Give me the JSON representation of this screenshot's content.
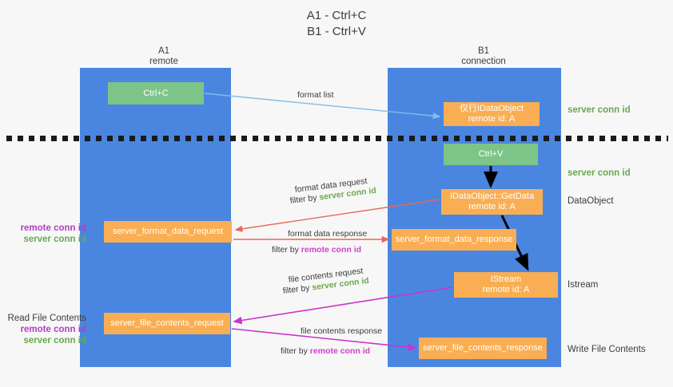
{
  "title": {
    "line1": "A1 - Ctrl+C",
    "line2": "B1 - Ctrl+V"
  },
  "columns": [
    {
      "name": "A1",
      "subtitle": "remote"
    },
    {
      "name": "B1",
      "subtitle": "connection"
    }
  ],
  "nodes": {
    "ctrl_c": {
      "line1": "Ctrl+C",
      "line2": "",
      "color": "#7dc488"
    },
    "idataobject": {
      "line1": "仅行IDataObject",
      "line2": "remote id: A",
      "color": "#f9ae54"
    },
    "ctrl_v": {
      "line1": "Ctrl+V",
      "line2": "",
      "color": "#7dc488"
    },
    "getdata": {
      "line1": "IDataObject::GetData",
      "line2": "remote id: A",
      "color": "#f9ae54"
    },
    "format_data_request": {
      "line1": "server_format_data_request",
      "line2": "",
      "color": "#f9ae54"
    },
    "format_data_response": {
      "line1": "server_format_data_response",
      "line2": "",
      "color": "#f9ae54"
    },
    "istream": {
      "line1": "IStream",
      "line2": "remote id: A",
      "color": "#f9ae54"
    },
    "file_contents_request": {
      "line1": "server_file_contents_request",
      "line2": "",
      "color": "#f9ae54"
    },
    "file_contents_response": {
      "line1": "server_file_contents_response",
      "line2": "",
      "color": "#f9ae54"
    }
  },
  "edges": {
    "format_list": "format list",
    "format_data_request": "format data request",
    "format_data_request_filter_prefix": "filter by ",
    "format_data_request_filter_value": "server conn id",
    "format_data_response": "format data response",
    "format_data_response_filter_prefix": "filter by ",
    "format_data_response_filter_value": "remote conn id",
    "file_contents_request": "file contents request",
    "file_contents_request_filter_prefix": "filter by ",
    "file_contents_request_filter_value": "server conn id",
    "file_contents_response": "file contents response",
    "file_contents_response_filter_prefix": "filter by ",
    "file_contents_response_filter_value": "remote conn id"
  },
  "side_labels": {
    "server_conn_id_top": "server conn id",
    "server_conn_id_mid": "server conn id",
    "dataobject": "DataObject",
    "istream": "Istream",
    "write_file_contents": "Write File Contents"
  },
  "left_labels": {
    "read_file_contents": "Read File Contents",
    "remote_conn_id": "remote conn id",
    "server_conn_id": "server conn id"
  },
  "colors": {
    "lane": "#4a86e0",
    "green_node": "#7dc488",
    "orange_node": "#f9ae54",
    "green_text": "#6aa84f",
    "purple_text": "#b03fc0",
    "magenta_edge": "#cc33cc",
    "red_edge": "#e8675a",
    "blue_edge": "#7fbde8",
    "black_edge": "#000000",
    "background": "#f7f7f7"
  }
}
